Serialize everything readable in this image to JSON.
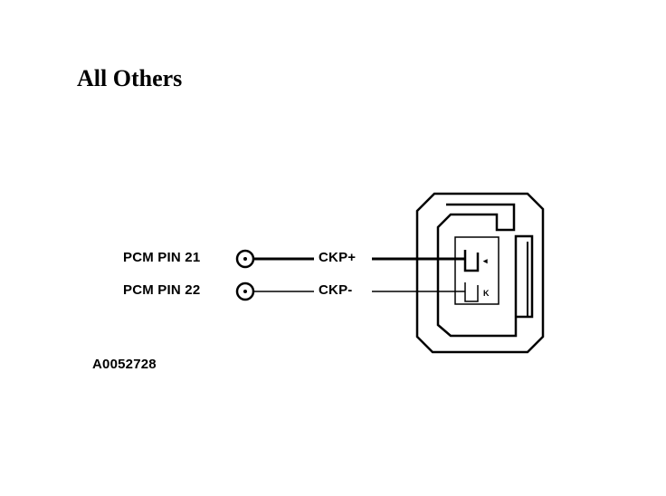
{
  "heading": "All Others",
  "wires": [
    {
      "pin_label": "PCM PIN 21",
      "signal": "CKP+",
      "cavity_mark": "◂"
    },
    {
      "pin_label": "PCM PIN 22",
      "signal": "CKP-",
      "cavity_mark": "K"
    }
  ],
  "reference_code": "A0052728"
}
